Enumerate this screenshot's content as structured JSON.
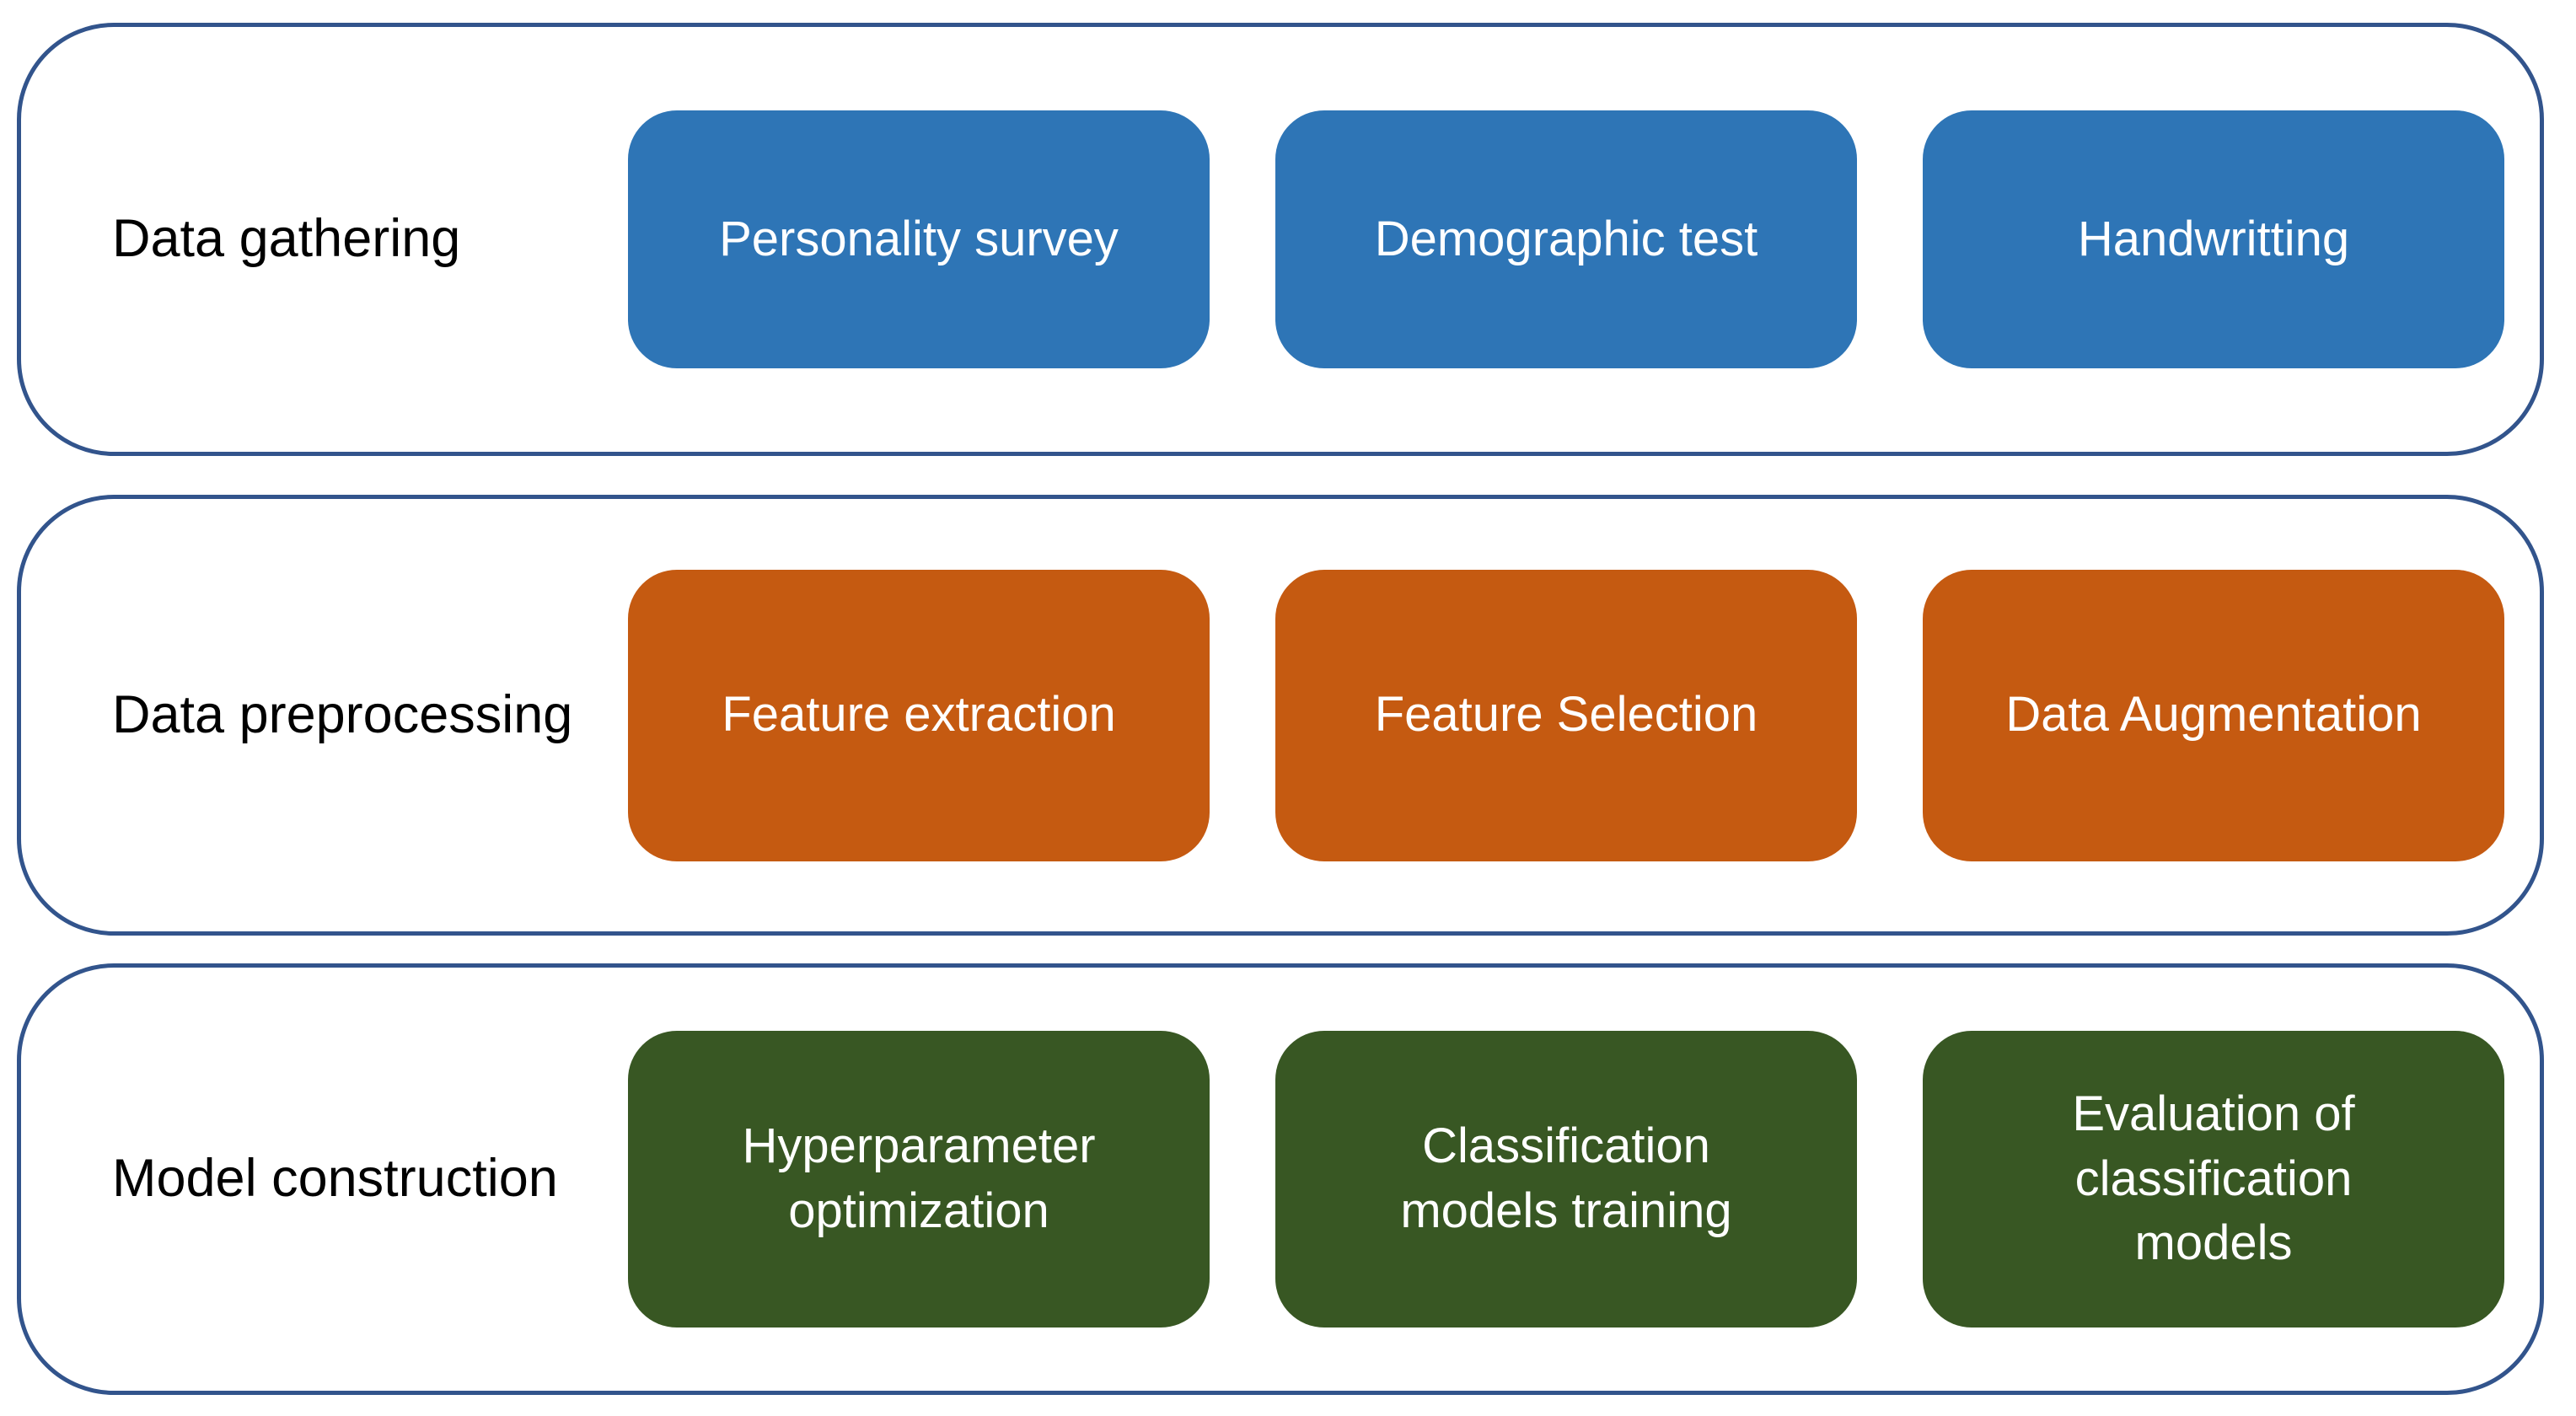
{
  "diagram": {
    "background": "#FFFFFF",
    "band_border_color": "#32548C",
    "label_text_color": "#000000",
    "box_text_color": "#FFFFFF",
    "rows": [
      {
        "label": "Data gathering",
        "box_color": "#2E75B6",
        "box_color_name": "blue",
        "boxes": [
          {
            "text": "Personality survey"
          },
          {
            "text": "Demographic test"
          },
          {
            "text": "Handwritting"
          }
        ]
      },
      {
        "label": "Data preprocessing",
        "box_color": "#C55A11",
        "box_color_name": "orange",
        "boxes": [
          {
            "text": "Feature extraction"
          },
          {
            "text": "Feature Selection"
          },
          {
            "text": "Data Augmentation"
          }
        ]
      },
      {
        "label": "Model construction",
        "box_color": "#385723",
        "box_color_name": "green",
        "boxes": [
          {
            "text": "Hyperparameter\noptimization"
          },
          {
            "text": "Classification\nmodels training"
          },
          {
            "text": "Evaluation of\nclassification\nmodels"
          }
        ]
      }
    ]
  }
}
